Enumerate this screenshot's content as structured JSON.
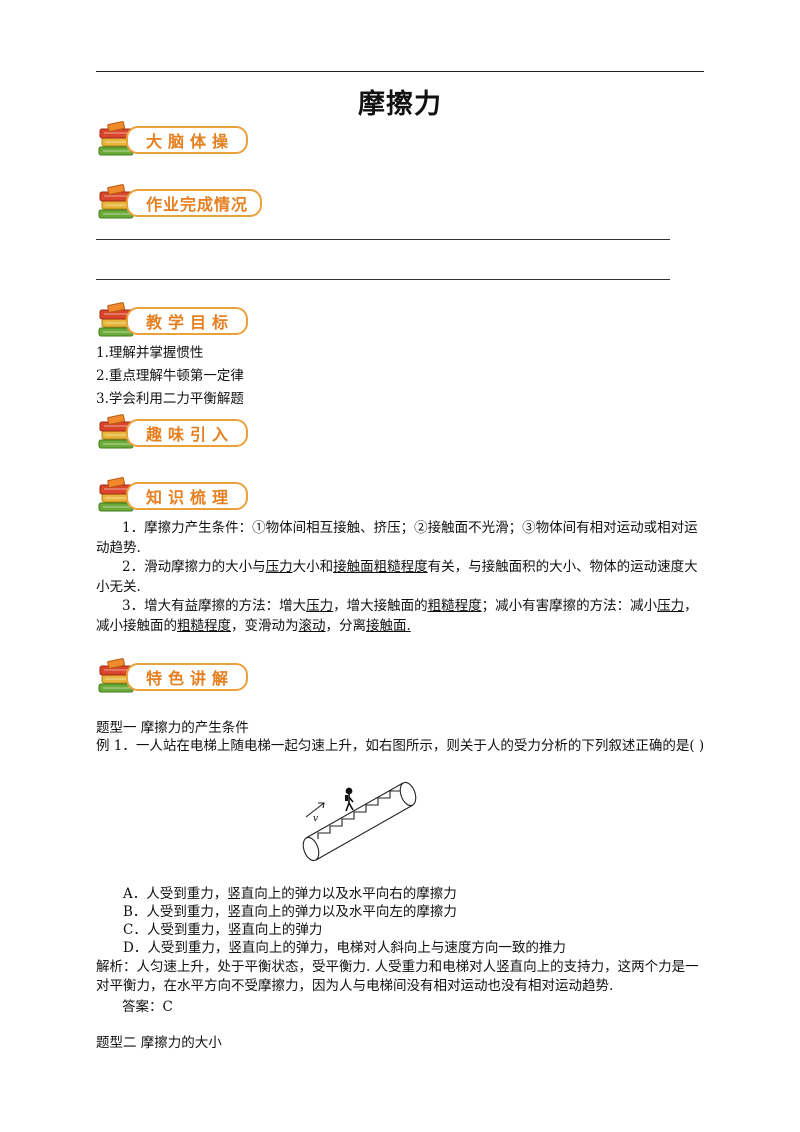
{
  "title": "摩擦力",
  "sections": {
    "warmup": "大脑体操",
    "homework": "作业完成情况",
    "goals": "教学目标",
    "intro": "趣味引入",
    "knowledge": "知识梳理",
    "lecture": "特色讲解"
  },
  "goals": [
    "1.理解并掌握惯性",
    "2.重点理解牛顿第一定律",
    "3.学会利用二力平衡解题"
  ],
  "knowledge": {
    "p1": "1．摩擦力产生条件：①物体间相互接触、挤压；②接触面不光滑；③物体间有相对运动或相对运动趋势.",
    "p2_a": "2．滑动摩擦力的大小与",
    "p2_u1": "压力",
    "p2_b": "大小和",
    "p2_u2": "接触面粗糙程度",
    "p2_c": "有关，与接触面积的大小、物体的运动速度大小无关.",
    "p3_a": "3．增大有益摩擦的方法：增大",
    "p3_u1": "压力",
    "p3_b": "，增大接触面的",
    "p3_u2": "粗糙程度",
    "p3_c": "；减小有害摩擦的方法：减小",
    "p3_u3": "压力",
    "p3_d": "，减小接触面的",
    "p3_u4": "粗糙程度",
    "p3_e": "，变滑动为",
    "p3_u5": "滚动",
    "p3_f": "，分离",
    "p3_u6": "接触面."
  },
  "lecture": {
    "type1": "题型一 摩擦力的产生条件",
    "example1": "例 1．一人站在电梯上随电梯一起匀速上升，如右图所示，则关于人的受力分析的下列叙述正确的是(      )",
    "figure_label": "v",
    "options": [
      "A．人受到重力，竖直向上的弹力以及水平向右的摩擦力",
      "B．人受到重力，竖直向上的弹力以及水平向左的摩擦力",
      "C．人受到重力，竖直向上的弹力",
      "D．人受到重力，竖直向上的弹力，电梯对人斜向上与速度方向一致的推力"
    ],
    "analysis": "解析：人匀速上升，处于平衡状态，受平衡力. 人受重力和电梯对人竖直向上的支持力，这两个力是一对平衡力，在水平方向不受摩擦力，因为人与电梯间没有相对运动也没有相对运动趋势.",
    "answer": "答案：C",
    "type2": "题型二 摩擦力的大小"
  },
  "colors": {
    "accent": "#e67f1f",
    "badge_border": "#e9a23b"
  }
}
